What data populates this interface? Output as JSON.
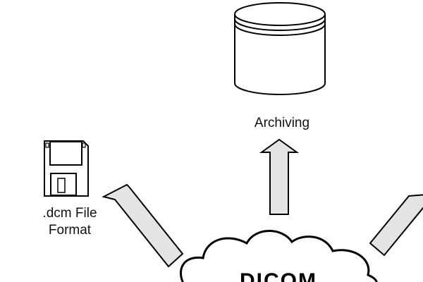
{
  "nodes": {
    "archiving": {
      "label": "Archiving",
      "icon": "database-icon"
    },
    "file_format": {
      "line1": ".dcm File",
      "line2": "Format",
      "icon": "floppy-disk-icon"
    },
    "center": {
      "label": "DICOM",
      "icon": "cloud-icon"
    }
  },
  "colors": {
    "stroke": "#000000",
    "arrow_fill": "#e4e4e4",
    "background": "#ffffff"
  }
}
